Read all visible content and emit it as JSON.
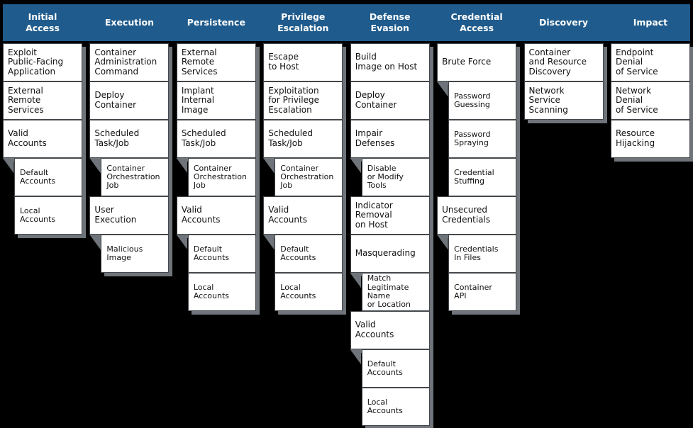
{
  "colors": {
    "background": "#000000",
    "header_bg": "#1f5b8c",
    "header_text": "#ffffff",
    "cell_bg": "#ffffff",
    "cell_border": "#44484c",
    "cell_text": "#111111",
    "shadow": "#6e7479"
  },
  "tactics": [
    {
      "name": "Initial\nAccess",
      "techniques": [
        {
          "label": "Exploit\nPublic-Facing\nApplication",
          "type": "technique"
        },
        {
          "label": "External\nRemote\nServices",
          "type": "technique"
        },
        {
          "label": "Valid\nAccounts",
          "type": "technique"
        },
        {
          "label": "Default\nAccounts",
          "type": "subtechnique",
          "first_sub": true
        },
        {
          "label": "Local\nAccounts",
          "type": "subtechnique"
        }
      ]
    },
    {
      "name": "Execution",
      "techniques": [
        {
          "label": "Container\nAdministration\nCommand",
          "type": "technique"
        },
        {
          "label": "Deploy\nContainer",
          "type": "technique"
        },
        {
          "label": "Scheduled\nTask/Job",
          "type": "technique"
        },
        {
          "label": "Container\nOrchestration\nJob",
          "type": "subtechnique",
          "first_sub": true
        },
        {
          "label": "User\nExecution",
          "type": "technique"
        },
        {
          "label": "Malicious\nImage",
          "type": "subtechnique",
          "first_sub": true
        }
      ]
    },
    {
      "name": "Persistence",
      "techniques": [
        {
          "label": "External\nRemote\nServices",
          "type": "technique"
        },
        {
          "label": "Implant\nInternal\nImage",
          "type": "technique"
        },
        {
          "label": "Scheduled\nTask/Job",
          "type": "technique"
        },
        {
          "label": "Container\nOrchestration\nJob",
          "type": "subtechnique",
          "first_sub": true
        },
        {
          "label": "Valid\nAccounts",
          "type": "technique"
        },
        {
          "label": "Default\nAccounts",
          "type": "subtechnique",
          "first_sub": true
        },
        {
          "label": "Local\nAccounts",
          "type": "subtechnique"
        }
      ]
    },
    {
      "name": "Privilege\nEscalation",
      "techniques": [
        {
          "label": "Escape\nto Host",
          "type": "technique"
        },
        {
          "label": "Exploitation\nfor Privilege\nEscalation",
          "type": "technique"
        },
        {
          "label": "Scheduled\nTask/Job",
          "type": "technique"
        },
        {
          "label": "Container\nOrchestration\nJob",
          "type": "subtechnique",
          "first_sub": true
        },
        {
          "label": "Valid\nAccounts",
          "type": "technique"
        },
        {
          "label": "Default\nAccounts",
          "type": "subtechnique",
          "first_sub": true
        },
        {
          "label": "Local\nAccounts",
          "type": "subtechnique"
        }
      ]
    },
    {
      "name": "Defense\nEvasion",
      "techniques": [
        {
          "label": "Build\nImage on Host",
          "type": "technique"
        },
        {
          "label": "Deploy\nContainer",
          "type": "technique"
        },
        {
          "label": "Impair\nDefenses",
          "type": "technique"
        },
        {
          "label": "Disable\nor Modify\nTools",
          "type": "subtechnique",
          "first_sub": true
        },
        {
          "label": "Indicator\nRemoval\non Host",
          "type": "technique"
        },
        {
          "label": "Masquerading",
          "type": "technique"
        },
        {
          "label": "Match\nLegitimate\nName\nor Location",
          "type": "subtechnique",
          "first_sub": true
        },
        {
          "label": "Valid\nAccounts",
          "type": "technique"
        },
        {
          "label": "Default\nAccounts",
          "type": "subtechnique",
          "first_sub": true
        },
        {
          "label": "Local\nAccounts",
          "type": "subtechnique"
        }
      ]
    },
    {
      "name": "Credential\nAccess",
      "techniques": [
        {
          "label": "Brute Force",
          "type": "technique"
        },
        {
          "label": "Password\nGuessing",
          "type": "subtechnique",
          "first_sub": true
        },
        {
          "label": "Password\nSpraying",
          "type": "subtechnique"
        },
        {
          "label": "Credential\nStuffing",
          "type": "subtechnique"
        },
        {
          "label": "Unsecured\nCredentials",
          "type": "technique"
        },
        {
          "label": "Credentials\nIn Files",
          "type": "subtechnique",
          "first_sub": true
        },
        {
          "label": "Container\nAPI",
          "type": "subtechnique"
        }
      ]
    },
    {
      "name": "Discovery",
      "techniques": [
        {
          "label": "Container\nand Resource\nDiscovery",
          "type": "technique"
        },
        {
          "label": "Network\nService\nScanning",
          "type": "technique"
        }
      ]
    },
    {
      "name": "Impact",
      "techniques": [
        {
          "label": "Endpoint\nDenial\nof Service",
          "type": "technique"
        },
        {
          "label": "Network\nDenial\nof Service",
          "type": "technique"
        },
        {
          "label": "Resource\nHijacking",
          "type": "technique"
        }
      ]
    }
  ]
}
